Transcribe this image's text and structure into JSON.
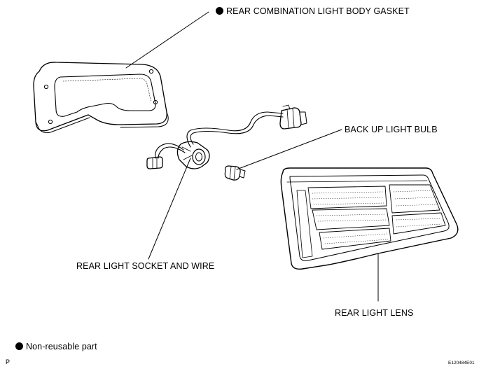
{
  "labels": {
    "gasket": "REAR COMBINATION LIGHT BODY GASKET",
    "bulb": "BACK UP LIGHT BULB",
    "socket": "REAR LIGHT SOCKET AND WIRE",
    "lens": "REAR LIGHT LENS"
  },
  "legend": {
    "text": "Non-reusable part"
  },
  "footer": {
    "left_mark": "P",
    "code": "E120484E01"
  },
  "colors": {
    "line": "#000000",
    "background": "#ffffff"
  }
}
